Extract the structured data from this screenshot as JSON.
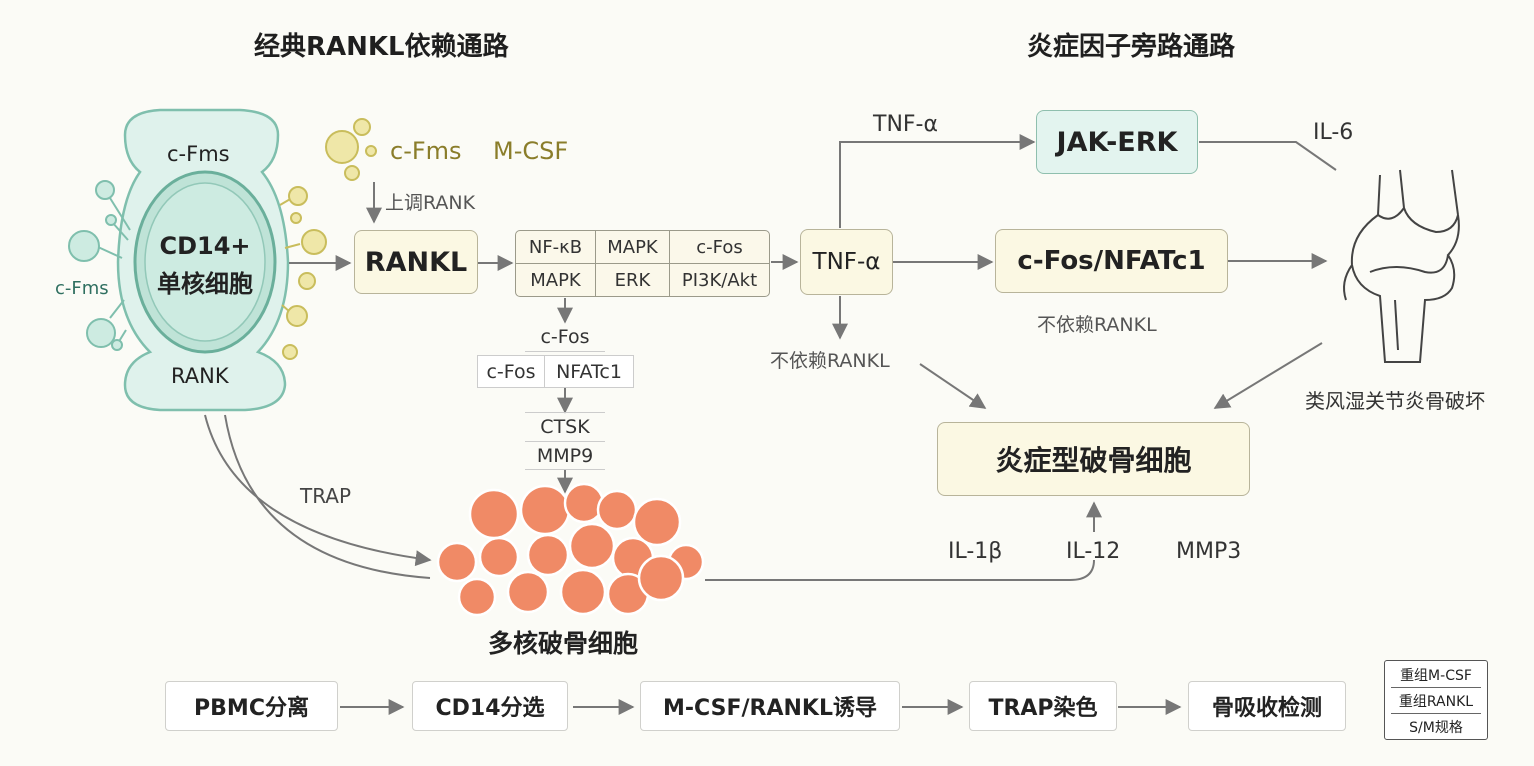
{
  "headings": {
    "left": "经典RANKL依赖通路",
    "right": "炎症因子旁路通路"
  },
  "cell": {
    "top_receptor": "c-Fms",
    "bottom_receptor": "RANK",
    "side_label": "c-Fms",
    "body_line1": "CD14+",
    "body_line2": "单核细胞"
  },
  "ligands": {
    "cfms": "c-Fms",
    "mcsf": "M-CSF",
    "upregulate": "上调RANK"
  },
  "rankl": "RANKL",
  "signal_grid": [
    [
      "NF-κB",
      "MAPK",
      "c-Fos"
    ],
    [
      "MAPK",
      "ERK",
      "PI3K/Akt"
    ]
  ],
  "cascade": {
    "cfos": "c-Fos",
    "pair": [
      "c-Fos",
      "NFATc1"
    ],
    "ctsk": "CTSK",
    "mmp9": "MMP9"
  },
  "trap_label": "TRAP",
  "multinuclear_label": "多核破骨细胞",
  "tnf_box": "TNF-α",
  "tnf_top_label": "TNF-α",
  "jak_erk": "JAK-ERK",
  "il6": "IL-6",
  "cfos_nfat": "c-Fos/NFATc1",
  "rankl_independent_1": "不依赖RANKL",
  "rankl_independent_2": "不依赖RANKL",
  "joint_label": "类风湿关节炎骨破坏",
  "inflammatory_osteoclast": "炎症型破骨细胞",
  "cytokines": [
    "IL-1β",
    "IL-12",
    "MMP3"
  ],
  "workflow": [
    "PBMC分离",
    "CD14分选",
    "M-CSF/RANKL诱导",
    "TRAP染色",
    "骨吸收检测"
  ],
  "reagents": [
    "重组M-CSF",
    "重组RANKL",
    "S/M规格"
  ],
  "colors": {
    "cell_fill": "#cdebe1",
    "cell_stroke": "#7fbfad",
    "osteoclast": "#f08a66",
    "ligand": "#e8dc8a",
    "arrow": "#777777"
  }
}
